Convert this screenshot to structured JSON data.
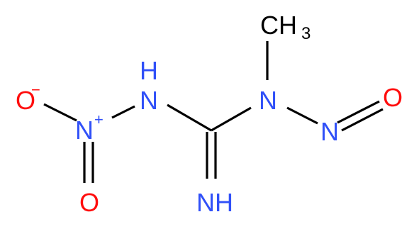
{
  "colors": {
    "nitrogen": "#3050F8",
    "oxygen": "#FF0D0D",
    "carbon_bonds": "#000000",
    "background": "#ffffff"
  },
  "atoms": {
    "o_minus": {
      "symbol": "O",
      "charge": "−"
    },
    "n_plus": {
      "symbol": "N",
      "charge": "+"
    },
    "o_double": {
      "symbol": "O"
    },
    "nh_top": {
      "symbol": "H",
      "symbol2": "N"
    },
    "n_methyl": {
      "symbol": "N"
    },
    "ch3": {
      "symbol": "CH",
      "subscript": "3"
    },
    "n_nitroso": {
      "symbol": "N"
    },
    "o_nitroso": {
      "symbol": "O"
    },
    "nh_imine": {
      "symbol": "NH"
    }
  }
}
